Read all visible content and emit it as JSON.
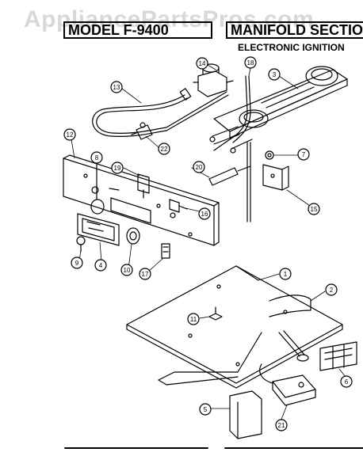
{
  "watermark": "AppliancePartsPros.com",
  "header": {
    "model": "MODEL F-9400",
    "section": "MANIFOLD SECTION",
    "subtitle": "ELECTRONIC IGNITION"
  },
  "callouts": [
    "1",
    "2",
    "3",
    "4",
    "5",
    "6",
    "7",
    "8",
    "9",
    "10",
    "11",
    "12",
    "13",
    "14",
    "15",
    "16",
    "17",
    "18",
    "19",
    "20",
    "21",
    "22"
  ]
}
